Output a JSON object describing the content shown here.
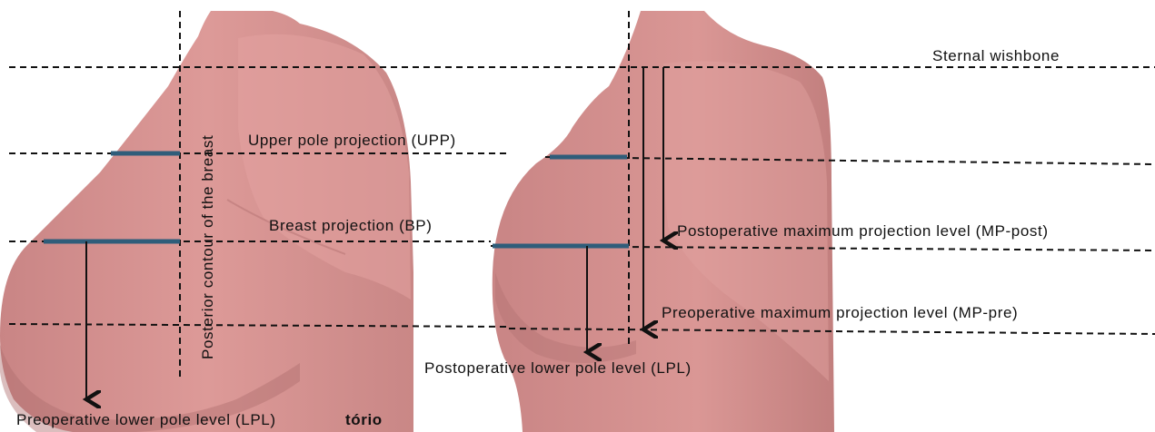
{
  "colors": {
    "skin": "#d79393",
    "skin_shadow": "#b97474",
    "skin_light": "#e8aaa8",
    "projection_line": "#2f5d7a",
    "guide_line": "#111111"
  },
  "labels": {
    "sternal_wishbone": "Sternal wishbone",
    "upper_pole_projection": "Upper pole projection (UPP)",
    "breast_projection": "Breast projection (BP)",
    "posterior_contour": "Posterior contour of the breast",
    "mp_post": "Postoperative maximum projection level (MP-post)",
    "mp_pre": "Preoperative maximum projection level (MP-pre)",
    "post_lower_pole": "Postoperative lower pole level (LPL)",
    "pre_lower_pole": "Preoperative lower pole level (LPL)",
    "watermark_fragment": "tório"
  }
}
